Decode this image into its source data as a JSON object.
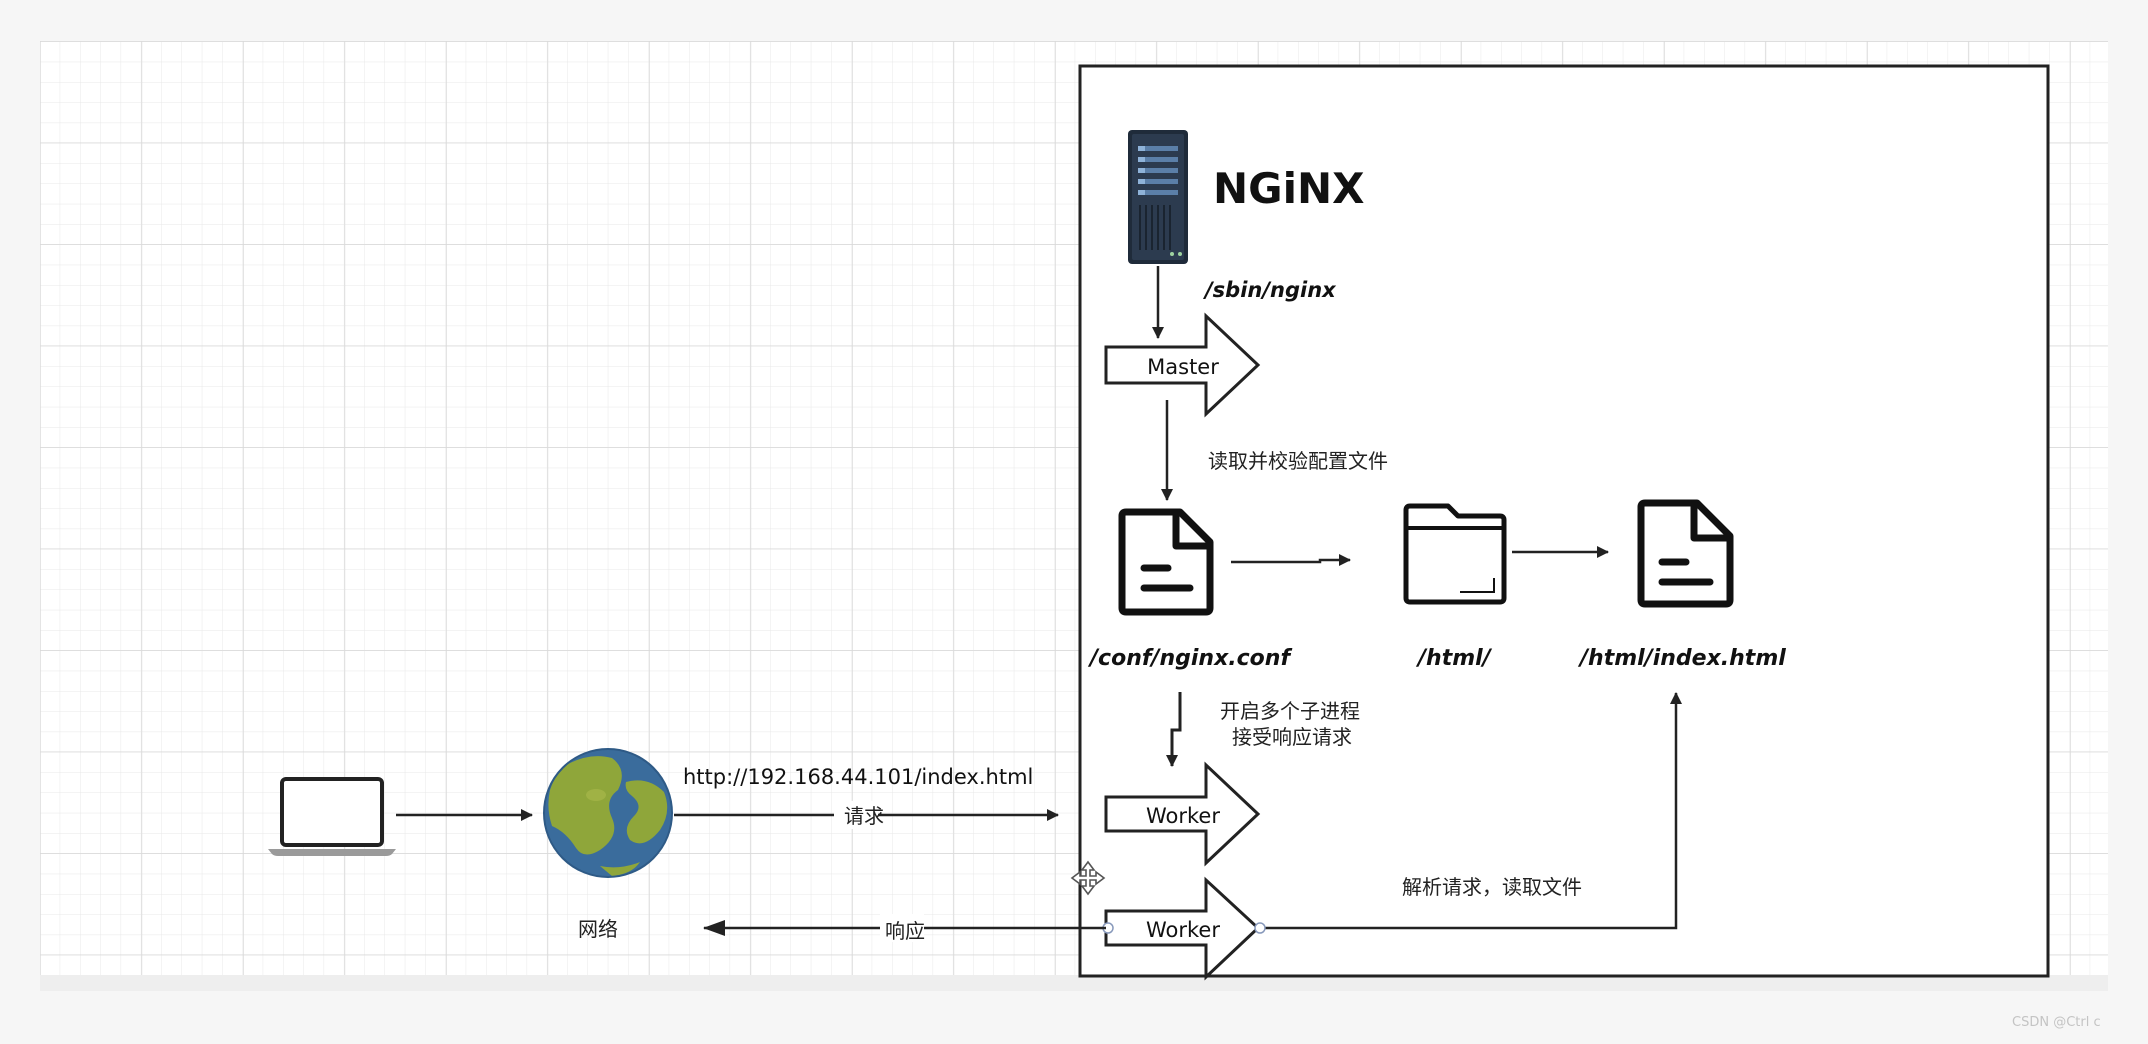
{
  "nginx": {
    "logo": "NGiNX",
    "start_cmd": "/sbin/nginx"
  },
  "master": {
    "label": "Master",
    "step": "读取并校验配置文件"
  },
  "files": {
    "conf": "/conf/nginx.conf",
    "html_dir": "/html/",
    "index": "/html/index.html"
  },
  "workers": {
    "label_1": "Worker",
    "label_2": "Worker",
    "spawn_line1": "开启多个子进程",
    "spawn_line2": "接受响应请求",
    "parse": "解析请求，读取文件"
  },
  "client": {
    "url": "http://192.168.44.101/index.html",
    "request": "请求",
    "response": "响应",
    "network": "网络"
  },
  "watermark": "CSDN @Ctrl c"
}
